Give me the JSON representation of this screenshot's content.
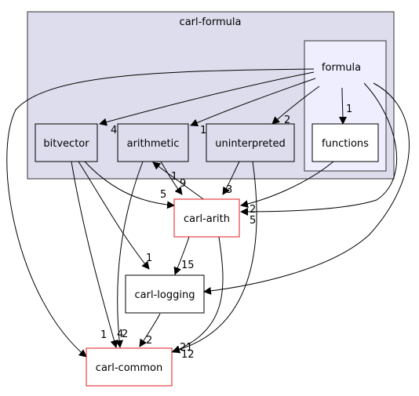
{
  "clusters": {
    "outer": "carl-formula",
    "inner": "formula"
  },
  "nodes": {
    "bitvector": "bitvector",
    "arithmetic": "arithmetic",
    "uninterpreted": "uninterpreted",
    "functions": "functions",
    "carl_arith": "carl-arith",
    "carl_logging": "carl-logging",
    "carl_common": "carl-common"
  },
  "colors": {
    "outer_cluster_fill": "#dddded",
    "inner_cluster_fill": "#eeeeff",
    "cluster_stroke": "#333333",
    "external_node_stroke": "#e31a1c",
    "edge": "#000000"
  },
  "edges": [
    {
      "from": "formula",
      "to": "bitvector",
      "label": "4"
    },
    {
      "from": "formula",
      "to": "arithmetic",
      "label": "1"
    },
    {
      "from": "formula",
      "to": "uninterpreted",
      "label": "2"
    },
    {
      "from": "formula",
      "to": "functions",
      "label": "1"
    },
    {
      "from": "formula",
      "to": "carl-arith",
      "label": "2"
    },
    {
      "from": "formula",
      "to": "carl-logging",
      "label": ""
    },
    {
      "from": "formula",
      "to": "carl-common",
      "label": "1"
    },
    {
      "from": "bitvector",
      "to": "carl-arith",
      "label": "5"
    },
    {
      "from": "bitvector",
      "to": "carl-logging",
      "label": "1"
    },
    {
      "from": "bitvector",
      "to": "carl-common",
      "label": "2"
    },
    {
      "from": "arithmetic",
      "to": "carl-arith",
      "label": "9"
    },
    {
      "from": "arithmetic",
      "to": "carl-common",
      "label": "4"
    },
    {
      "from": "uninterpreted",
      "to": "carl-arith",
      "label": "3"
    },
    {
      "from": "uninterpreted",
      "to": "carl-common",
      "label": "12"
    },
    {
      "from": "functions",
      "to": "carl-arith",
      "label": "5"
    },
    {
      "from": "carl-arith",
      "to": "arithmetic",
      "label": "1"
    },
    {
      "from": "carl-arith",
      "to": "carl-logging",
      "label": "15"
    },
    {
      "from": "carl-arith",
      "to": "carl-common",
      "label": "21"
    },
    {
      "from": "carl-logging",
      "to": "carl-common",
      "label": "2"
    }
  ]
}
